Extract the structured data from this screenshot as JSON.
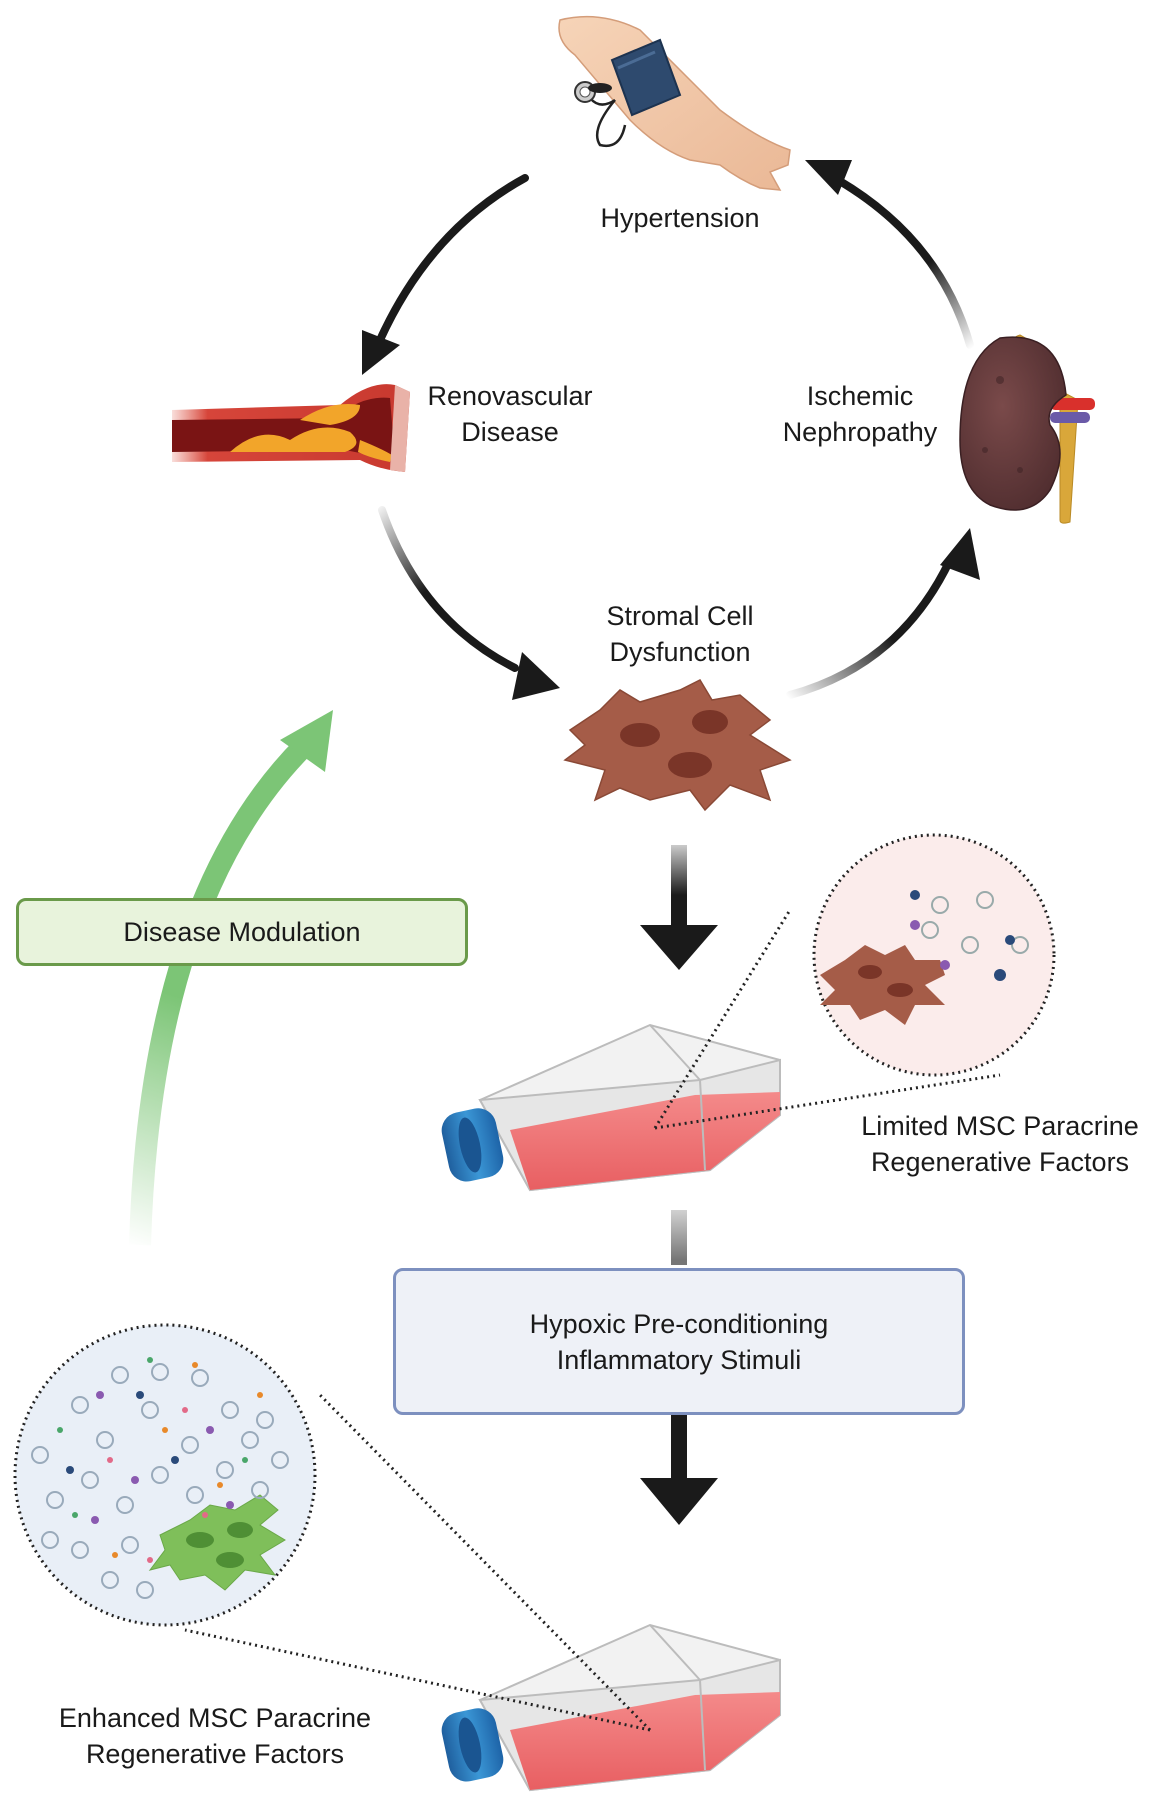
{
  "labels": {
    "hypertension": "Hypertension",
    "renovascular_line1": "Renovascular",
    "renovascular_line2": "Disease",
    "ischemic_line1": "Ischemic",
    "ischemic_line2": "Nephropathy",
    "stromal_line1": "Stromal Cell",
    "stromal_line2": "Dysfunction",
    "limited_line1": "Limited MSC Paracrine",
    "limited_line2": "Regenerative Factors",
    "enhanced_line1": "Enhanced MSC Paracrine",
    "enhanced_line2": "Regenerative Factors"
  },
  "boxes": {
    "disease_modulation": "Disease Modulation",
    "conditioning_line1": "Hypoxic Pre-conditioning",
    "conditioning_line2": "Inflammatory Stimuli"
  },
  "icons": {
    "arm": "arm-blood-pressure-cuff-icon",
    "artery": "stenotic-artery-icon",
    "kidney": "kidney-icon",
    "stromal_cell": "stromal-cell-icon",
    "flask": "culture-flask-icon"
  },
  "colors": {
    "cycle_arrow": "#1a1a1a",
    "modulation_arrow": "#7cc576",
    "modulation_box_fill": "#e8f3dc",
    "modulation_box_border": "#6a9a4a",
    "conditioning_box_fill": "#eef1f7",
    "conditioning_box_border": "#7d90bf",
    "dysfunctional_cell": "#a55c48",
    "enhanced_cell": "#7fbf5a",
    "culture_medium": "#ef7a7a",
    "flask_cap": "#2e7fc0"
  }
}
